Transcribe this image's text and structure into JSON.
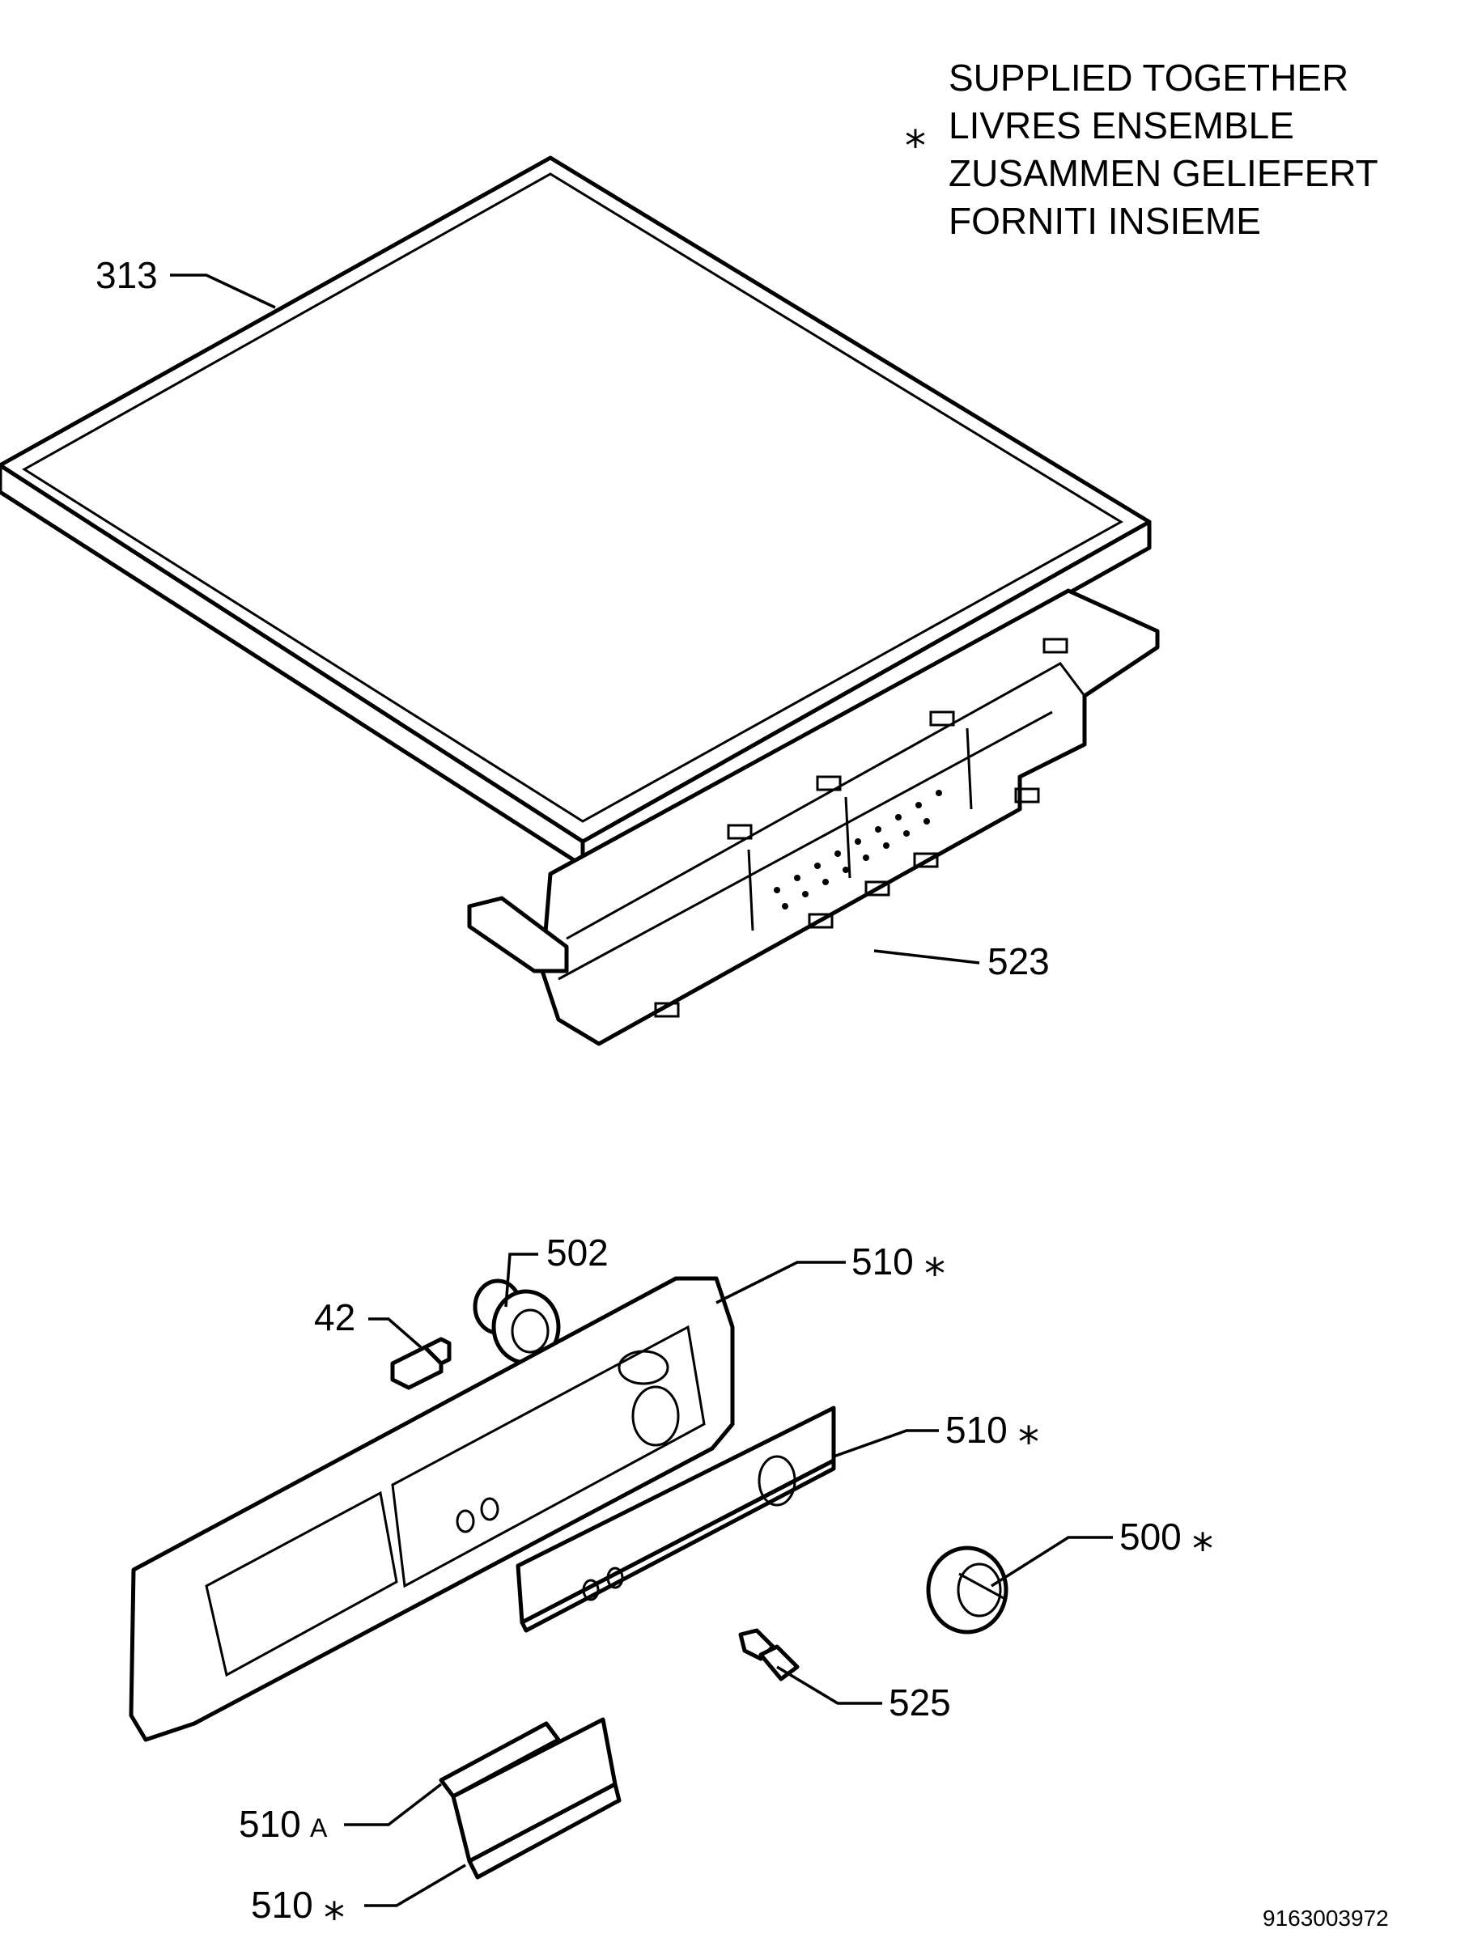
{
  "legend": {
    "symbol": "*",
    "lines": [
      "SUPPLIED TOGETHER",
      "LIVRES ENSEMBLE",
      "ZUSAMMEN GELIEFERT",
      "FORNITI INSIEME"
    ]
  },
  "parts": [
    {
      "id": "313",
      "label": "313",
      "star": ""
    },
    {
      "id": "523",
      "label": "523",
      "star": ""
    },
    {
      "id": "502",
      "label": "502",
      "star": ""
    },
    {
      "id": "42",
      "label": "42",
      "star": ""
    },
    {
      "id": "510-panel",
      "label": "510",
      "star": "*"
    },
    {
      "id": "510-plate",
      "label": "510",
      "star": "*"
    },
    {
      "id": "500",
      "label": "500",
      "star": "*"
    },
    {
      "id": "525",
      "label": "525",
      "star": ""
    },
    {
      "id": "510A",
      "label": "510",
      "suffix": "A",
      "star": ""
    },
    {
      "id": "510-cover",
      "label": "510",
      "star": "*"
    }
  ],
  "document_number": "9163003972"
}
